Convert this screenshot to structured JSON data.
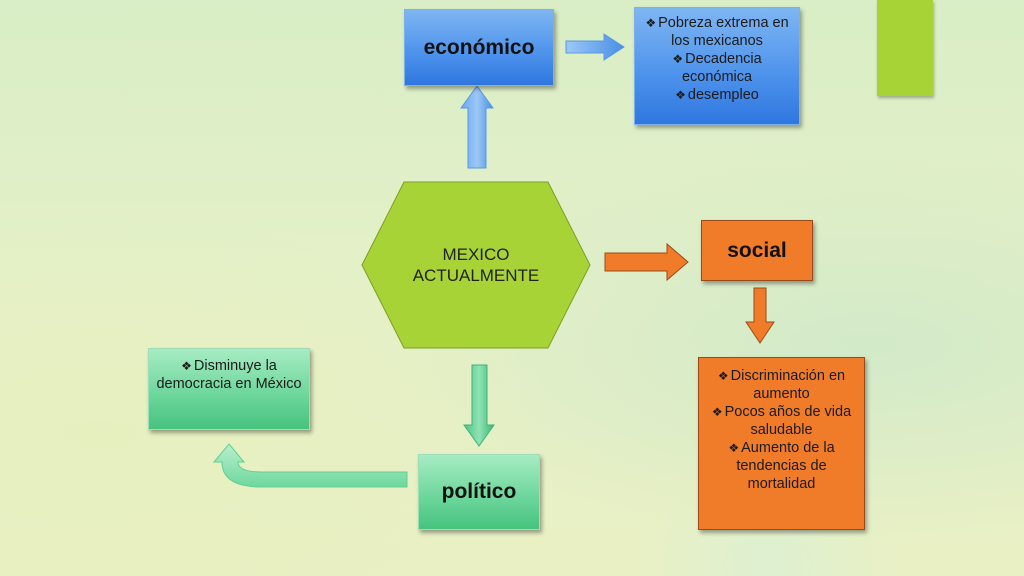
{
  "center": {
    "lines": [
      "MEXICO",
      "ACTUALMENTE"
    ]
  },
  "economico": {
    "title": "económico",
    "bullets": [
      "Pobreza extrema en los mexicanos",
      "Decadencia económica",
      "desempleo"
    ]
  },
  "social": {
    "title": "social",
    "bullets": [
      "Discriminación en aumento",
      "Pocos años de vida saludable",
      "Aumento de la tendencias de mortalidad"
    ]
  },
  "politico": {
    "title": "político",
    "bullets": [
      "Disminuye la democracia en México"
    ]
  },
  "colors": {
    "hexagon": "#a8d336",
    "accent_bar": "#a8d336",
    "blue": "#4f94ec",
    "green": "#5ccd8e",
    "orange": "#f07c2a"
  }
}
